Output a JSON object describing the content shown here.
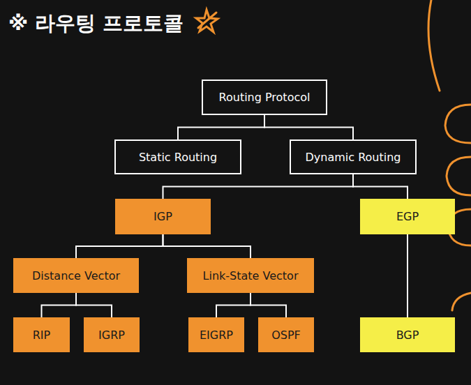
{
  "diagram": {
    "title": "※ 라우팅 프로토콜",
    "nodes": [
      {
        "text": [
          "Routing Protocol"
        ]
      },
      {
        "text": [
          "Static Routing"
        ]
      },
      {
        "text": [
          "Dynamic Routing"
        ]
      },
      {
        "text": [
          "IGP"
        ]
      },
      {
        "text": [
          "EGP"
        ]
      },
      {
        "text": [
          "Distance Vector"
        ]
      },
      {
        "text": [
          "Link-State Vector"
        ]
      },
      {
        "text": [
          "RIP"
        ]
      },
      {
        "text": [
          "IGRP"
        ]
      },
      {
        "text": [
          "EIGRP"
        ]
      },
      {
        "text": [
          "OSPF"
        ]
      },
      {
        "text": [
          "BGP"
        ]
      }
    ],
    "edges": [
      {
        "from": 0,
        "to": 1,
        "arrow": "none"
      },
      {
        "from": 0,
        "to": 2,
        "arrow": "none"
      },
      {
        "from": 2,
        "to": 3,
        "arrow": "none"
      },
      {
        "from": 2,
        "to": 4,
        "arrow": "none"
      },
      {
        "from": 3,
        "to": 5,
        "arrow": "none"
      },
      {
        "from": 3,
        "to": 6,
        "arrow": "none"
      },
      {
        "from": 5,
        "to": 7,
        "arrow": "none"
      },
      {
        "from": 5,
        "to": 8,
        "arrow": "none"
      },
      {
        "from": 6,
        "to": 9,
        "arrow": "none"
      },
      {
        "from": 6,
        "to": 10,
        "arrow": "none"
      },
      {
        "from": 4,
        "to": 11,
        "arrow": "none"
      }
    ]
  }
}
